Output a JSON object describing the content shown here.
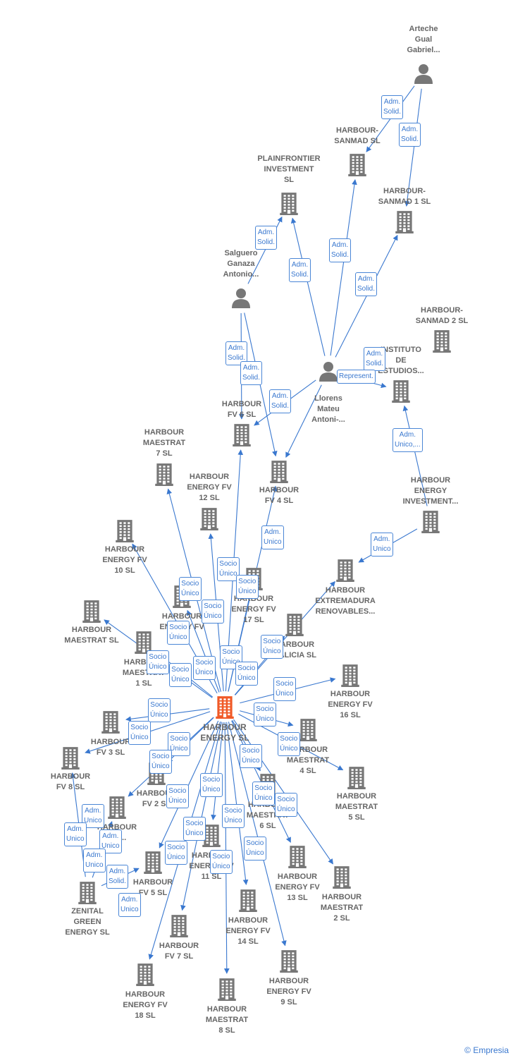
{
  "colors": {
    "edge": "#3a78cf",
    "node": "#777777",
    "center": "#f05a28"
  },
  "center": {
    "name": "HARBOUR\nENERGY  SL"
  },
  "people": [
    {
      "id": "arteche",
      "name": "Arteche\nGual\nGabriel..."
    },
    {
      "id": "salguero",
      "name": "Salguero\nGanaza\nAntonio..."
    },
    {
      "id": "llorens",
      "name": "Llorens\nMateu\nAntoni-..."
    }
  ],
  "companies": [
    {
      "id": "sanmad",
      "name": "HARBOUR-\nSANMAD  SL"
    },
    {
      "id": "sanmad1",
      "name": "HARBOUR-\nSANMAD 1  SL"
    },
    {
      "id": "sanmad2",
      "name": "HARBOUR-\nSANMAD 2  SL"
    },
    {
      "id": "plain",
      "name": "PLAINFRONTIER\nINVESTMENT\nSL"
    },
    {
      "id": "instituto",
      "name": "INSTITUTO\nDE\nESTUDIOS..."
    },
    {
      "id": "investment",
      "name": "HARBOUR\nENERGY\nINVESTMENT..."
    },
    {
      "id": "fv6",
      "name": "HARBOUR\nFV 6  SL"
    },
    {
      "id": "fv4",
      "name": "HARBOUR\nFV 4  SL"
    },
    {
      "id": "m7",
      "name": "HARBOUR\nMAESTRAT\n7  SL"
    },
    {
      "id": "efv12",
      "name": "HARBOUR\nENERGY FV\n12  SL"
    },
    {
      "id": "efv10",
      "name": "HARBOUR\nENERGY FV\n10  SL"
    },
    {
      "id": "ext",
      "name": "HARBOUR\nEXTREMADURA\nRENOVABLES..."
    },
    {
      "id": "efv17",
      "name": "HARBOUR\nENERGY FV\n17  SL"
    },
    {
      "id": "efv_e",
      "name": "HARBOUR\nENERGY FV\n..."
    },
    {
      "id": "maestrat",
      "name": "HARBOUR\nMAESTRAT  SL"
    },
    {
      "id": "m1",
      "name": "HARBOUR\nMAESTRAT\n1  SL"
    },
    {
      "id": "galicia",
      "name": "HARBOUR\nGALICIA  SL"
    },
    {
      "id": "efv16",
      "name": "HARBOUR\nENERGY FV\n16  SL"
    },
    {
      "id": "fv3",
      "name": "HARBOUR\nFV 3  SL"
    },
    {
      "id": "m4",
      "name": "HARBOUR\nMAESTRAT\n4  SL"
    },
    {
      "id": "fv8",
      "name": "HARBOUR\nFV 8  SL"
    },
    {
      "id": "fv2",
      "name": "HARBOUR\nFV 2  SL"
    },
    {
      "id": "m5",
      "name": "HARBOUR\nMAESTRAT\n5  SL"
    },
    {
      "id": "m6",
      "name": "HARBOUR\nMAESTRAT\n6  SL"
    },
    {
      "id": "fvx",
      "name": "HARBOUR\nFV ..."
    },
    {
      "id": "fv5",
      "name": "HARBOUR\nFV 5  SL"
    },
    {
      "id": "efv11",
      "name": "HARBOUR\nENERGY FV\n11  SL"
    },
    {
      "id": "efv13",
      "name": "HARBOUR\nENERGY FV\n13  SL"
    },
    {
      "id": "m2",
      "name": "HARBOUR\nMAESTRAT\n2  SL"
    },
    {
      "id": "zenital",
      "name": "ZENITAL\nGREEN\nENERGY  SL"
    },
    {
      "id": "efv14",
      "name": "HARBOUR\nENERGY FV\n14  SL"
    },
    {
      "id": "fv7",
      "name": "HARBOUR\nFV 7  SL"
    },
    {
      "id": "efv9",
      "name": "HARBOUR\nENERGY FV\n9  SL"
    },
    {
      "id": "efv18",
      "name": "HARBOUR\nENERGY FV\n18  SL"
    },
    {
      "id": "m8",
      "name": "HARBOUR\nMAESTRAT\n8  SL"
    }
  ],
  "badges": [
    "Adm.\nSolid.",
    "Adm.\nSolid.",
    "Adm.\nSolid.",
    "Adm.\nSolid.",
    "Adm.\nSolid.",
    "Adm.\nSolid.",
    "Adm.\nSolid.",
    "Adm.\nSolid.",
    "Adm.\nSolid.",
    "Represent.",
    "Adm.\nSolid.",
    "Adm.\nUnico,...",
    "Adm.\nUnico",
    "Adm.\nUnico",
    "Socio\nÚnico",
    "Socio\nÚnico",
    "Socio\nÚnico",
    "Socio\nÚnico",
    "Socio\nÚnico",
    "Socio\nÚnico",
    "Socio\nÚnico",
    "Socio\nÚnico",
    "Socio\nÚnico",
    "Socio\nÚnico",
    "Socio\nÚnico",
    "Socio\nÚnico",
    "Socio\nÚnico",
    "Socio\nÚnico",
    "Socio\nÚnico",
    "Socio\nÚnico",
    "Socio\nÚnico",
    "Socio\nÚnico",
    "Socio\nÚnico",
    "Socio\nÚnico",
    "Socio\nÚnico",
    "Socio\nÚnico",
    "Socio\nÚnico",
    "Socio\nÚnico",
    "Socio\nÚnico",
    "Socio\nÚnico",
    "Socio\nÚnico",
    "Socio\nÚnico",
    "Adm.\nUnico",
    "Adm.\nUnico",
    "Adm.\nUnico",
    "Adm.\nUnico",
    "Adm.\nSolid.",
    "Adm.\nUnico"
  ],
  "credit": "© Empresia"
}
